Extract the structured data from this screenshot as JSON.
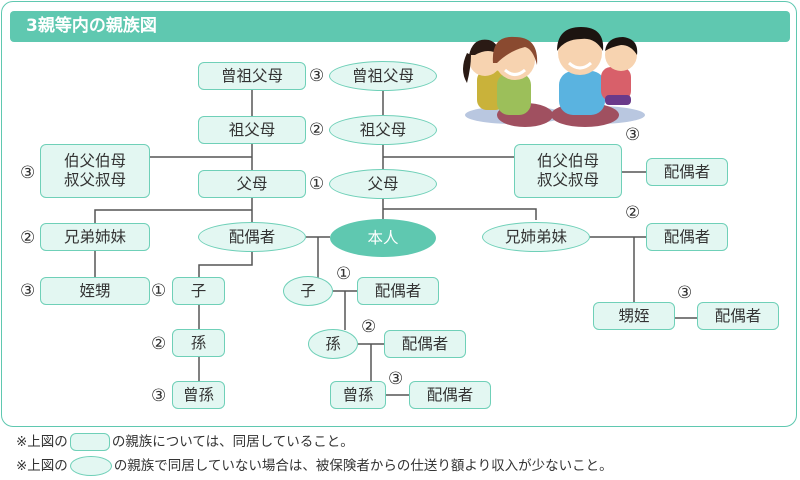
{
  "title": "3親等内の親族図",
  "colors": {
    "accent": "#5fc8b0",
    "node_fill": "#e3f7f2",
    "node_border": "#6fd0b8",
    "line": "#555555"
  },
  "illustration": "family-illustration",
  "nodes": {
    "l_great_grandparents": "曾祖父母",
    "r_great_grandparents": "曾祖父母",
    "l_grandparents": "祖父母",
    "r_grandparents": "祖父母",
    "l_uncle_aunt_1": "伯父伯母",
    "l_uncle_aunt_2": "叔父叔母",
    "l_parents": "父母",
    "r_parents": "父母",
    "r_uncle_aunt_1": "伯父伯母",
    "r_uncle_aunt_2": "叔父叔母",
    "r_uncle_aunt_spouse": "配偶者",
    "l_siblings": "兄弟姉妹",
    "spouse": "配偶者",
    "self": "本人",
    "r_siblings": "兄姉弟妹",
    "r_siblings_spouse": "配偶者",
    "l_nephew_niece": "姪甥",
    "l_child": "子",
    "r_child": "子",
    "r_child_spouse": "配偶者",
    "r_nephew_niece": "甥姪",
    "r_nephew_niece_spouse": "配偶者",
    "l_grandchild": "孫",
    "r_grandchild": "孫",
    "r_grandchild_spouse": "配偶者",
    "l_great_grandchild": "曾孫",
    "r_great_grandchild": "曾孫",
    "r_great_grandchild_spouse": "配偶者"
  },
  "degrees": {
    "great_grandparents": "③",
    "grandparents": "②",
    "l_uncle_aunt": "③",
    "parents": "①",
    "r_uncle_aunt": "③",
    "l_siblings": "②",
    "r_siblings": "②",
    "l_nephew_niece": "③",
    "l_child": "①",
    "r_child": "①",
    "r_nephew_niece": "③",
    "l_grandchild": "②",
    "r_grandchild": "②",
    "l_great_grandchild": "③",
    "r_great_grandchild": "③"
  },
  "notes": {
    "line1_prefix": "※上図の",
    "line1_suffix": "の親族については、同居していること。",
    "line2_prefix": "※上図の",
    "line2_suffix": "の親族で同居していない場合は、被保険者からの仕送り額より収入が少ないこと。"
  }
}
